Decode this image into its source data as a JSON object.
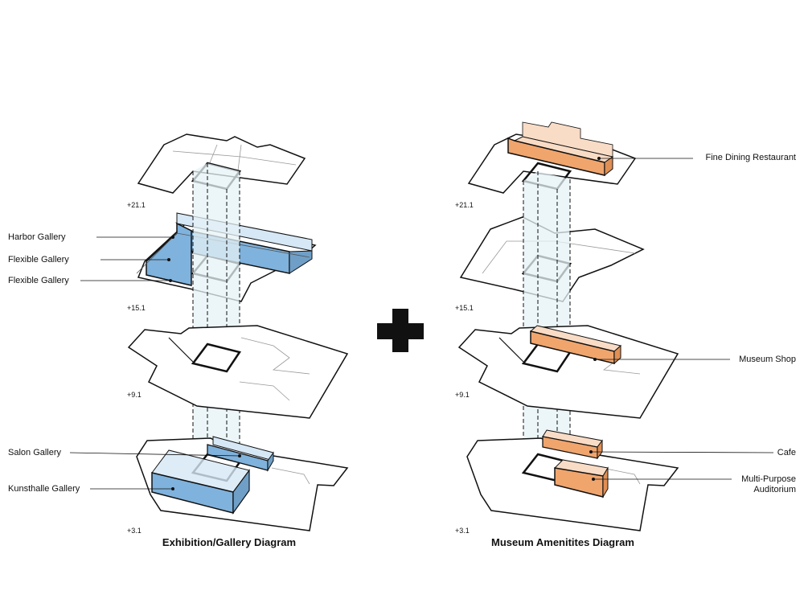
{
  "plus_symbol": "+",
  "colors": {
    "gallery_fill": "#7fb2dc",
    "gallery_light": "#d6e7f5",
    "amenity_fill": "#f0a56d",
    "amenity_light": "#f9dcc6",
    "core_fill": "#e6f1f5",
    "line": "#111111",
    "thin_line": "#999999"
  },
  "left_diagram": {
    "title": "Exhibition/Gallery Diagram",
    "levels": [
      "+21.1",
      "+15.1",
      "+9.1",
      "+3.1"
    ],
    "labels": [
      "Harbor Gallery",
      "Flexible Gallery",
      "Flexible Gallery",
      "Salon Gallery",
      "Kunsthalle Gallery"
    ]
  },
  "right_diagram": {
    "title": "Museum Amenitites Diagram",
    "levels": [
      "+21.1",
      "+15.1",
      "+9.1",
      "+3.1"
    ],
    "labels": [
      "Fine Dining Restaurant",
      "Museum Shop",
      "Cafe",
      "Multi-Purpose",
      "Auditorium"
    ]
  }
}
